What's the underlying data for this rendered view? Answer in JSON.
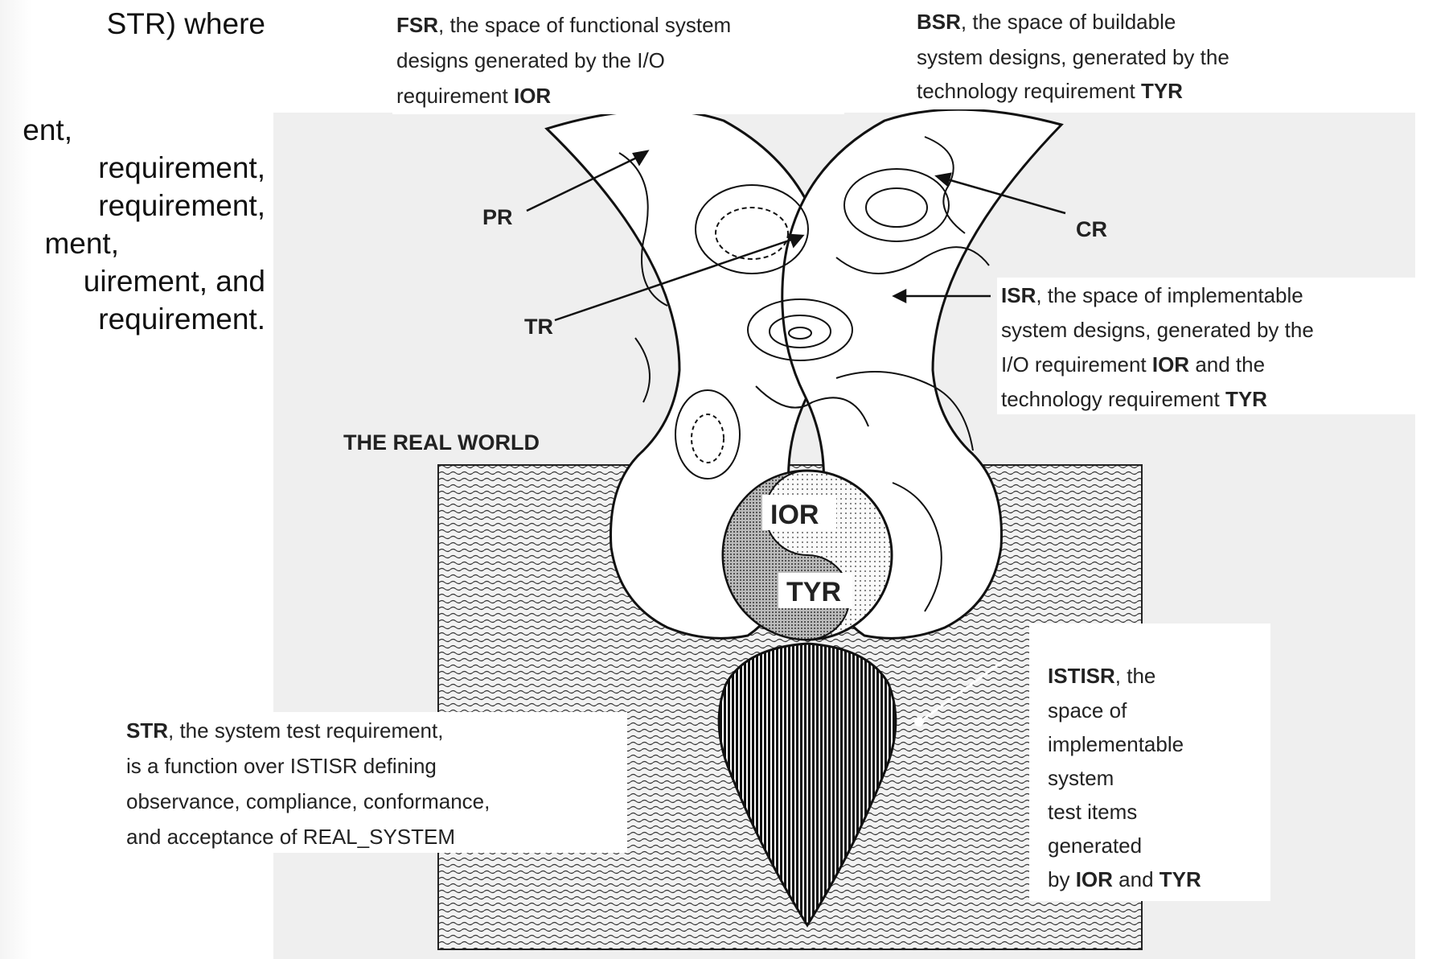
{
  "left_text": {
    "lines": [
      "STR) where",
      "ent,",
      "requirement,",
      " requirement,",
      "ment,",
      "uirement, and",
      " requirement."
    ]
  },
  "labels": {
    "fsr": {
      "term": "FSR",
      "l1": ", the space of functional system",
      "l2": "designs generated by the I/O",
      "l3a": "requirement ",
      "l3b": "IOR"
    },
    "bsr": {
      "term": "BSR",
      "l1": ", the space of buildable",
      "l2": "system designs, generated by the",
      "l3a": "technology requirement ",
      "l3b": "TYR"
    },
    "pr": "PR",
    "cr": "CR",
    "tr": "TR",
    "isr": {
      "term": "ISR",
      "l1": ", the space of implementable",
      "l2": "system designs, generated by the",
      "l3a": "I/O requirement ",
      "l3b": "IOR",
      "l3c": " and the",
      "l4a": "technology requirement ",
      "l4b": "TYR"
    },
    "real_world": "THE REAL WORLD",
    "ior": "IOR",
    "tyr": "TYR",
    "istisr": {
      "term": "ISTISR",
      "l1": ", the",
      "l2": "space of",
      "l3": "implementable",
      "l4": "system",
      "l5": "test items",
      "l6": "generated",
      "l7a": "by ",
      "l7b": "IOR",
      "l7c": " and ",
      "l7d": "TYR"
    },
    "str": {
      "term": "STR",
      "l1": ", the system test requirement,",
      "l2": "is a function over ISTISR defining",
      "l3": "observance, compliance, conformance,",
      "l4": "and acceptance of REAL_SYSTEM"
    }
  },
  "colors": {
    "panel": "#efefef",
    "ink": "#111111"
  }
}
